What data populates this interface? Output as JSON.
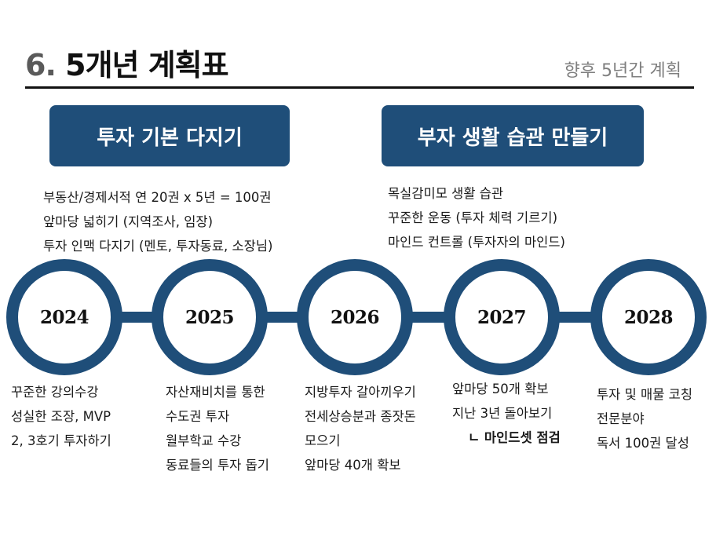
{
  "header": {
    "number": "6.",
    "title": "5개년 계획표",
    "subtitle": "향후 5년간 계획"
  },
  "sections": {
    "basics": {
      "label": "투자 기본 다지기",
      "items": [
        "부동산/경제서적 연 20권 x 5년 = 100권",
        "앞마당 넓히기 (지역조사, 임장)",
        "투자 인맥 다지기 (멘토, 투자동료, 소장님)"
      ]
    },
    "habits": {
      "label": "부자 생활 습관 만들기",
      "items": [
        "목실감미모 생활 습관",
        "꾸준한 운동 (투자 체력 기르기)",
        "마인드 컨트롤 (투자자의 마인드)"
      ]
    }
  },
  "timeline": [
    {
      "year": "2024",
      "items": [
        "꾸준한 강의수강",
        "성실한 조장, MVP",
        "2, 3호기 투자하기"
      ]
    },
    {
      "year": "2025",
      "items": [
        "자산재비치를 통한",
        "수도권 투자",
        "월부학교 수강",
        "동료들의 투자 돕기"
      ]
    },
    {
      "year": "2026",
      "items": [
        "지방투자 갈아끼우기",
        "전세상승분과 종잣돈",
        "모으기",
        "앞마당 40개 확보"
      ]
    },
    {
      "year": "2027",
      "items": [
        "앞마당 50개 확보",
        "지난 3년 돌아보기"
      ],
      "highlight": "ㄴ 마인드셋 점검"
    },
    {
      "year": "2028",
      "items": [
        "투자 및 매물 코칭",
        "전문분야",
        "독서 100권 달성"
      ]
    }
  ],
  "colors": {
    "accent": "#1f4e79",
    "title_number": "#5a5a5a",
    "subtitle": "#7f7f7f"
  }
}
